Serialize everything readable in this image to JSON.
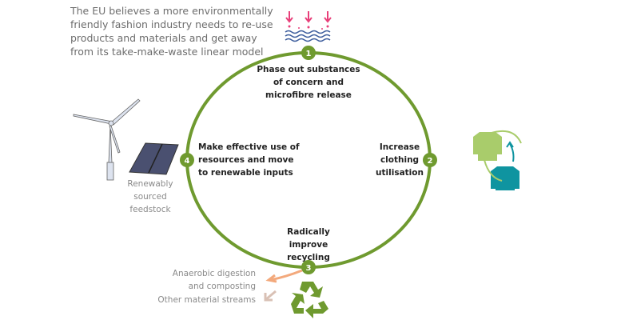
{
  "intro_text": "The EU believes a more environmentally friendly fashion industry needs to re-use products and materials and get away from its take-make-waste linear model",
  "steps": [
    {
      "number": "1",
      "label": "Phase out substances of concern and microfibre release"
    },
    {
      "number": "2",
      "label": "Increase clothing utilisation"
    },
    {
      "number": "3",
      "label": "Radically improve recycling"
    },
    {
      "number": "4",
      "label": "Make effective use of resources and move to renewable inputs"
    }
  ],
  "side_labels": {
    "renewable": "Renewably sourced feedstock",
    "anaerobic": "Anaerobic digestion and composting",
    "other": "Other material streams"
  },
  "colors": {
    "cycle_green": "#6f9a2f",
    "pink": "#e8407a",
    "wave_blue": "#3f5f9e",
    "light_green": "#a9cc6b",
    "teal": "#0f94a0",
    "orange": "#f3a97c",
    "beige": "#d9c1b5"
  }
}
